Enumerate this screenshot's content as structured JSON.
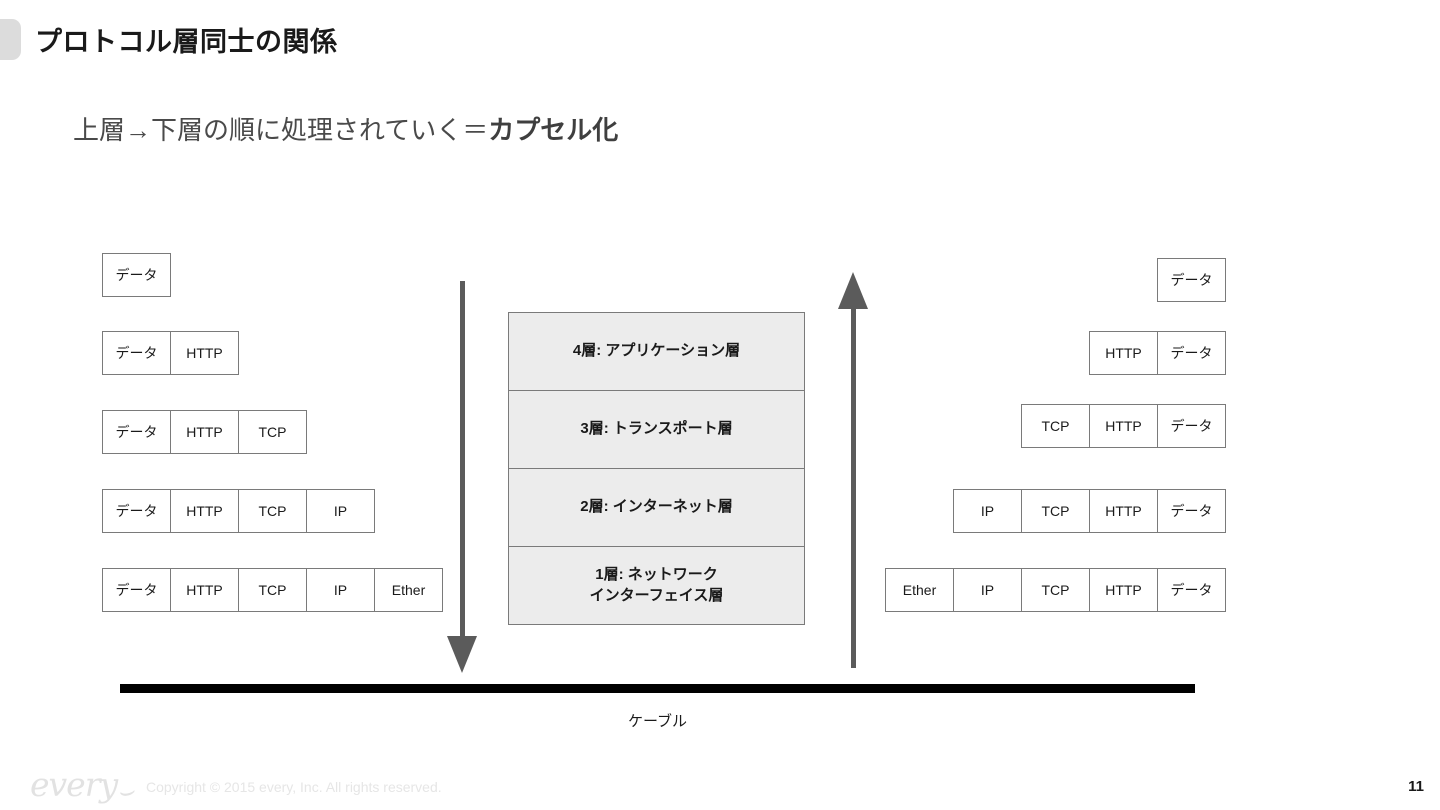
{
  "slide": {
    "title": "プロトコル層同士の関係",
    "subtitle_plain": "上層→下層の順に処理されていく＝",
    "subtitle_emphasis": "カプセル化",
    "page_number": "11",
    "accent_color": "#dcdcdc",
    "stack_fill_color": "#ececec",
    "arrow_color": "#5b5b5b",
    "cable_color": "#000000"
  },
  "encapsulation": {
    "direction_label": "down",
    "rows": [
      {
        "cells": [
          "データ"
        ]
      },
      {
        "cells": [
          "データ",
          "HTTP"
        ]
      },
      {
        "cells": [
          "データ",
          "HTTP",
          "TCP"
        ]
      },
      {
        "cells": [
          "データ",
          "HTTP",
          "TCP",
          "IP"
        ]
      },
      {
        "cells": [
          "データ",
          "HTTP",
          "TCP",
          "IP",
          "Ether"
        ]
      }
    ]
  },
  "decapsulation": {
    "direction_label": "up",
    "rows": [
      {
        "cells": [
          "データ"
        ]
      },
      {
        "cells": [
          "HTTP",
          "データ"
        ]
      },
      {
        "cells": [
          "TCP",
          "HTTP",
          "データ"
        ]
      },
      {
        "cells": [
          "IP",
          "TCP",
          "HTTP",
          "データ"
        ]
      },
      {
        "cells": [
          "Ether",
          "IP",
          "TCP",
          "HTTP",
          "データ"
        ]
      }
    ]
  },
  "protocol_stack": {
    "layers": [
      {
        "label": "4層: アプリケーション層"
      },
      {
        "label": "3層: トランスポート層"
      },
      {
        "label": "2層: インターネット層"
      },
      {
        "label": "1層: ネットワーク\nインターフェイス層"
      }
    ]
  },
  "cable": {
    "label": "ケーブル"
  },
  "footer": {
    "logo_text": "every",
    "copyright": "Copyright © 2015 every, Inc. All rights reserved."
  }
}
